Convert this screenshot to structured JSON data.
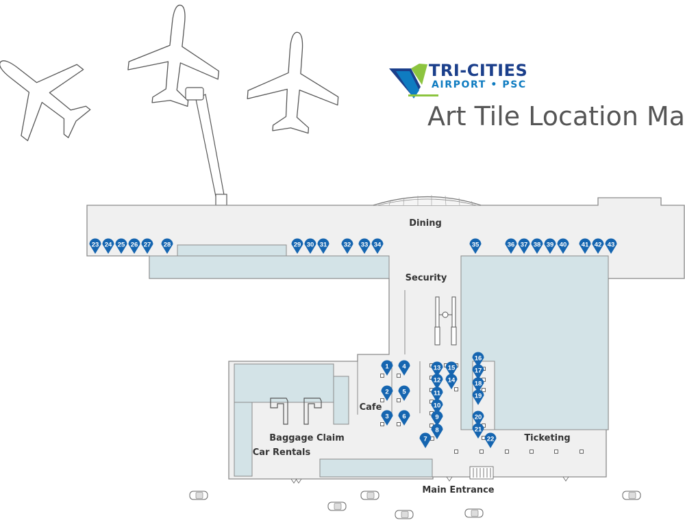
{
  "brand": {
    "name": "TRI-CITIES",
    "subtitle": "AIRPORT • PSC"
  },
  "map_title": "Art Tile Location Map",
  "areas": {
    "dining": "Dining",
    "security": "Security",
    "cafe": "Cafe",
    "baggage_claim": "Baggage Claim",
    "car_rentals": "Car Rentals",
    "ticketing": "Ticketing",
    "main_entrance": "Main Entrance"
  },
  "tile_markers": [
    {
      "n": "1"
    },
    {
      "n": "2"
    },
    {
      "n": "3"
    },
    {
      "n": "4"
    },
    {
      "n": "5"
    },
    {
      "n": "6"
    },
    {
      "n": "7"
    },
    {
      "n": "8"
    },
    {
      "n": "9"
    },
    {
      "n": "10"
    },
    {
      "n": "11"
    },
    {
      "n": "12"
    },
    {
      "n": "13"
    },
    {
      "n": "14"
    },
    {
      "n": "15"
    },
    {
      "n": "16"
    },
    {
      "n": "17"
    },
    {
      "n": "18"
    },
    {
      "n": "19"
    },
    {
      "n": "20"
    },
    {
      "n": "21"
    },
    {
      "n": "22"
    },
    {
      "n": "23"
    },
    {
      "n": "24"
    },
    {
      "n": "25"
    },
    {
      "n": "26"
    },
    {
      "n": "27"
    },
    {
      "n": "28"
    },
    {
      "n": "29"
    },
    {
      "n": "30"
    },
    {
      "n": "31"
    },
    {
      "n": "32"
    },
    {
      "n": "33"
    },
    {
      "n": "34"
    },
    {
      "n": "35"
    },
    {
      "n": "36"
    },
    {
      "n": "37"
    },
    {
      "n": "38"
    },
    {
      "n": "39"
    },
    {
      "n": "40"
    },
    {
      "n": "41"
    },
    {
      "n": "42"
    },
    {
      "n": "43"
    }
  ],
  "colors": {
    "marker": "#1565b0",
    "floor": "#f0f0f0",
    "room": "#d3e3e7",
    "outline": "#8a8a8a",
    "brand_dark": "#1b3f8b",
    "brand_light": "#0f7cc1",
    "brand_green": "#8cc43f",
    "title": "#555555"
  }
}
